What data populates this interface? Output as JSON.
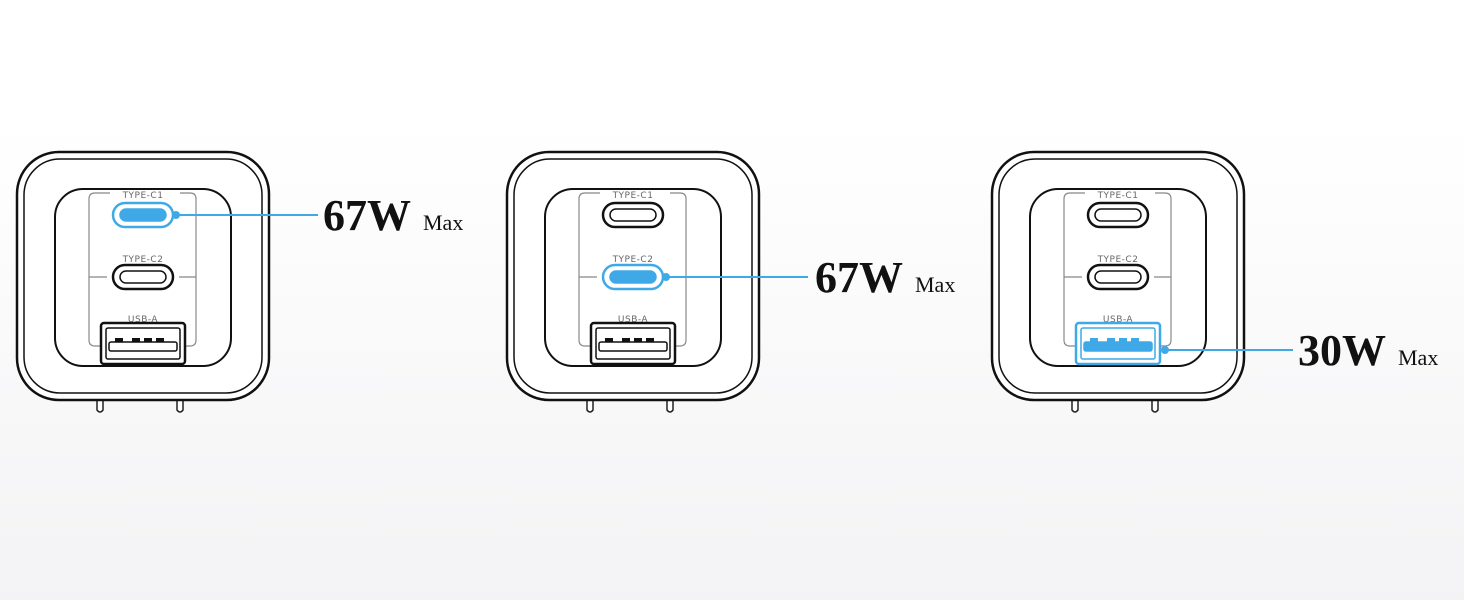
{
  "accent_color": "#3fa9e8",
  "port_labels": {
    "c1": "TYPE-C1",
    "c2": "TYPE-C2",
    "a": "USB-A"
  },
  "chargers": [
    {
      "active_port": "TYPE-C1",
      "power": "67W",
      "unit": "Max"
    },
    {
      "active_port": "TYPE-C2",
      "power": "67W",
      "unit": "Max"
    },
    {
      "active_port": "USB-A",
      "power": "30W",
      "unit": "Max"
    }
  ]
}
